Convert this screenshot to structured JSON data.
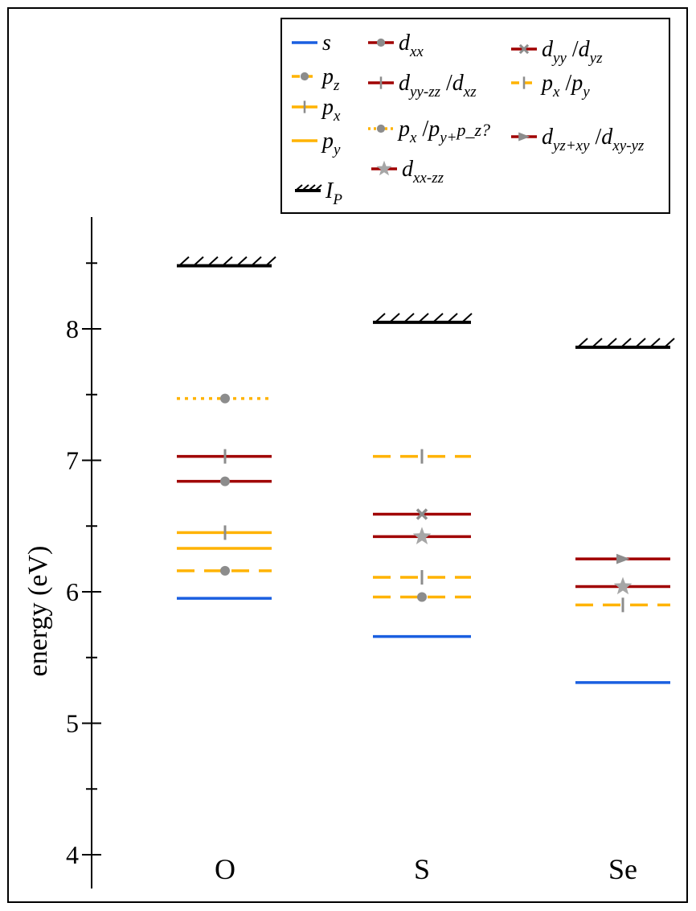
{
  "chart_data": {
    "type": "energy-level",
    "ylabel": "energy (eV)",
    "ylim": [
      3.8,
      8.85
    ],
    "yticks": [
      4,
      5,
      6,
      7,
      8
    ],
    "yminor_ticks": [
      4.5,
      5.5,
      6.5,
      7.5,
      8.5
    ],
    "categories": [
      "O",
      "S",
      "Se"
    ],
    "grid": false,
    "legend_position": "top-right",
    "colors": {
      "s": "#1a5fe0",
      "p": "#ffb300",
      "d": "#a00000",
      "ip": "#000000",
      "marker": "#8c8c8c",
      "star": "#a6a6a6"
    },
    "legend": [
      {
        "key": "s",
        "color": "#1a5fe0",
        "dash": "solid",
        "marker": "none",
        "base": "s",
        "sub": "",
        "mid": "",
        "base2": "",
        "sub2": "",
        "tail": ""
      },
      {
        "key": "pz",
        "color": "#ffb300",
        "dash": "dashed",
        "marker": "circle",
        "base": "p",
        "sub": "z",
        "mid": "",
        "base2": "",
        "sub2": "",
        "tail": ""
      },
      {
        "key": "px",
        "color": "#ffb300",
        "dash": "solid",
        "marker": "vbar",
        "base": "p",
        "sub": "x",
        "mid": "",
        "base2": "",
        "sub2": "",
        "tail": ""
      },
      {
        "key": "py",
        "color": "#ffb300",
        "dash": "solid",
        "marker": "none",
        "base": "p",
        "sub": "y",
        "mid": "",
        "base2": "",
        "sub2": "",
        "tail": ""
      },
      {
        "key": "ip",
        "color": "#000000",
        "dash": "solid",
        "marker": "hatch",
        "base": "I",
        "sub": "P",
        "mid": "",
        "base2": "",
        "sub2": "",
        "tail": ""
      },
      {
        "key": "dxx",
        "color": "#a00000",
        "dash": "solid",
        "marker": "circle",
        "base": "d",
        "sub": "xx",
        "mid": "",
        "base2": "",
        "sub2": "",
        "tail": ""
      },
      {
        "key": "dyyzz_dxz",
        "color": "#a00000",
        "dash": "solid",
        "marker": "vbar",
        "base": "d",
        "sub": "yy-zz",
        "mid": "/",
        "base2": "d",
        "sub2": "xz",
        "tail": ""
      },
      {
        "key": "pxpypz",
        "color": "#ffb300",
        "dash": "dotted",
        "marker": "circle",
        "base": "p",
        "sub": "x",
        "mid": "/",
        "base2": "p",
        "sub2": "y+",
        "tail": "p_z?"
      },
      {
        "key": "dxxzz",
        "color": "#a00000",
        "dash": "solid",
        "marker": "star",
        "base": "d",
        "sub": "xx-zz",
        "mid": "",
        "base2": "",
        "sub2": "",
        "tail": ""
      },
      {
        "key": "dyy_dyz",
        "color": "#a00000",
        "dash": "solid",
        "marker": "x",
        "base": "d",
        "sub": "yy",
        "mid": "/",
        "base2": "d",
        "sub2": "yz",
        "tail": ""
      },
      {
        "key": "px_py",
        "color": "#ffb300",
        "dash": "dashed",
        "marker": "vbar",
        "base": "p",
        "sub": "x",
        "mid": "/",
        "base2": "p",
        "sub2": "y",
        "tail": ""
      },
      {
        "key": "dyzxy",
        "color": "#a00000",
        "dash": "solid",
        "marker": "triangle",
        "base": "d",
        "sub": "yz+xy",
        "mid": "/",
        "base2": "d",
        "sub2": "xy-yz",
        "tail": ""
      }
    ],
    "levels": [
      {
        "category": "O",
        "key": "ip",
        "energy": 8.48
      },
      {
        "category": "O",
        "key": "pxpypz",
        "energy": 7.47
      },
      {
        "category": "O",
        "key": "dyyzz_dxz",
        "energy": 7.03
      },
      {
        "category": "O",
        "key": "dxx",
        "energy": 6.84
      },
      {
        "category": "O",
        "key": "px",
        "energy": 6.45
      },
      {
        "category": "O",
        "key": "py",
        "energy": 6.33
      },
      {
        "category": "O",
        "key": "pz",
        "energy": 6.16
      },
      {
        "category": "O",
        "key": "s",
        "energy": 5.95
      },
      {
        "category": "S",
        "key": "ip",
        "energy": 8.05
      },
      {
        "category": "S",
        "key": "px_py",
        "energy": 7.03
      },
      {
        "category": "S",
        "key": "dyy_dyz",
        "energy": 6.59
      },
      {
        "category": "S",
        "key": "dxxzz",
        "energy": 6.42
      },
      {
        "category": "S",
        "key": "px_py",
        "energy": 6.11
      },
      {
        "category": "S",
        "key": "pz",
        "energy": 5.96
      },
      {
        "category": "S",
        "key": "s",
        "energy": 5.66
      },
      {
        "category": "Se",
        "key": "ip",
        "energy": 7.86
      },
      {
        "category": "Se",
        "key": "dyzxy",
        "energy": 6.25
      },
      {
        "category": "Se",
        "key": "dxxzz",
        "energy": 6.04
      },
      {
        "category": "Se",
        "key": "px_py",
        "energy": 5.9
      },
      {
        "category": "Se",
        "key": "s",
        "energy": 5.31
      }
    ]
  }
}
